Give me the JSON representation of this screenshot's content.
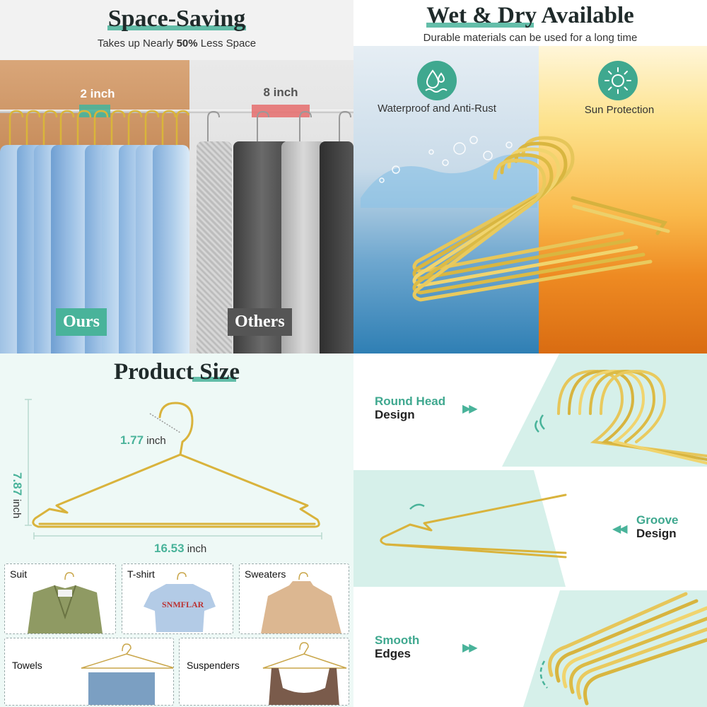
{
  "q1": {
    "title": "Space-Saving",
    "subtitle_pre": "Takes up Nearly ",
    "subtitle_bold": "50%",
    "subtitle_post": " Less Space",
    "ours_measure": "2 inch",
    "others_measure": "8 inch",
    "ours_badge": "Ours",
    "others_badge": "Others",
    "colors": {
      "accent": "#49b39a",
      "others": "#e57373"
    }
  },
  "q2": {
    "title": "Wet & Dry Available",
    "subtitle": "Durable materials can be used for a long time",
    "feature_1": "Waterproof and Anti-Rust",
    "feature_1_icon": "water-drop-icon",
    "feature_2": "Sun Protection",
    "feature_2_icon": "sun-icon"
  },
  "q3": {
    "title": "Product Size",
    "hook_value": "1.77",
    "hook_unit": " inch",
    "height_value": "7.87",
    "height_unit": "inch",
    "width_value": "16.53",
    "width_unit": " inch",
    "categories": [
      "Suit",
      "T-shirt",
      "Sweaters",
      "Towels",
      "Suspenders"
    ],
    "tshirt_print": "SNMFLAR"
  },
  "q4": {
    "feature_1_a": "Round Head",
    "feature_1_b": "Design",
    "feature_2_a": "Groove",
    "feature_2_b": "Design",
    "feature_3_a": "Smooth",
    "feature_3_b": "Edges",
    "arrow_right": "▶▶",
    "arrow_left": "◀◀"
  }
}
